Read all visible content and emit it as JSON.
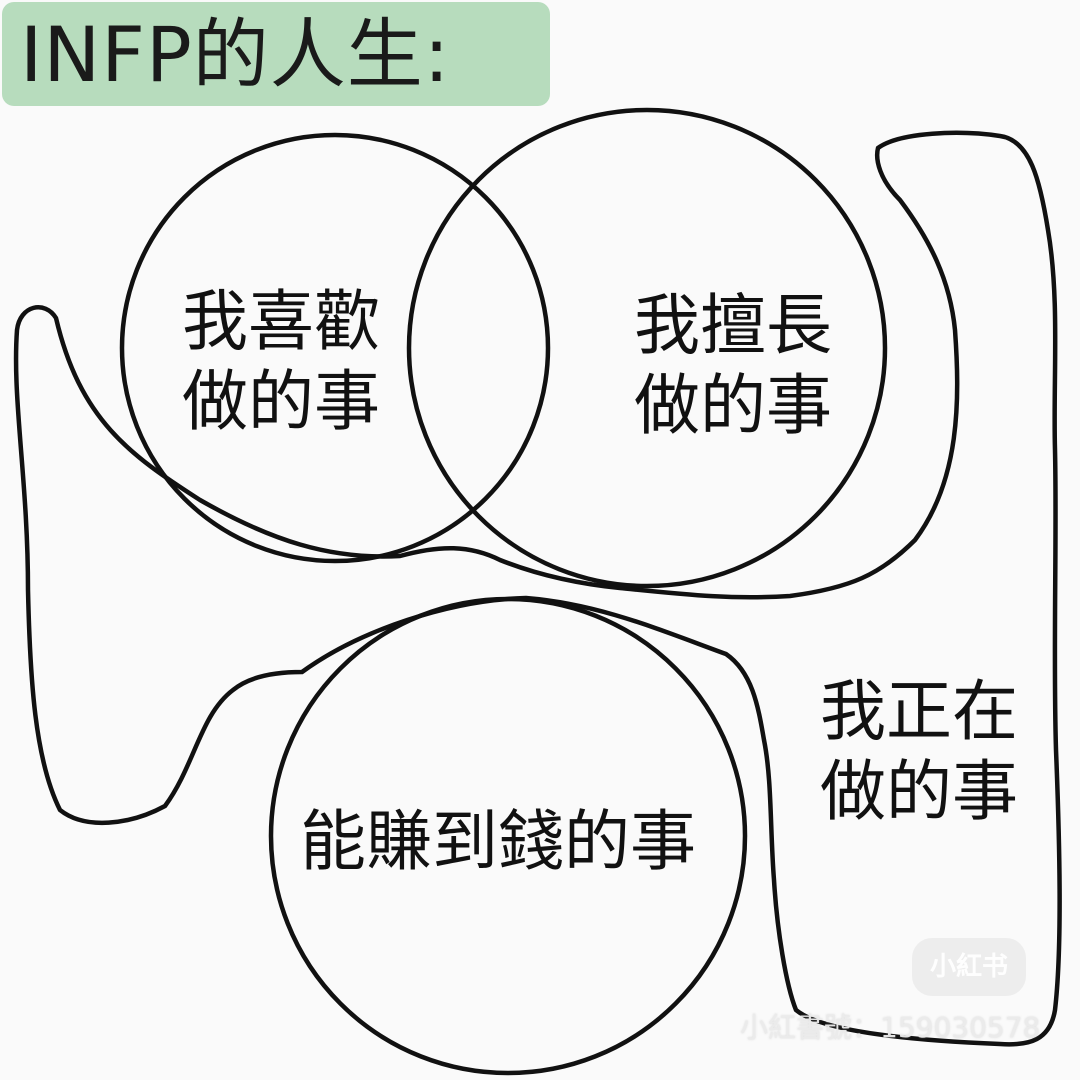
{
  "title": "INFP的人生:",
  "diagram": {
    "type": "venn",
    "sets": [
      {
        "id": "like",
        "lines": [
          "我喜歡",
          "做的事"
        ]
      },
      {
        "id": "good",
        "lines": [
          "我擅長",
          "做的事"
        ]
      },
      {
        "id": "money",
        "lines": [
          "能賺到錢的事"
        ]
      }
    ],
    "outer_region": {
      "id": "doing",
      "lines": [
        "我正在",
        "做的事"
      ]
    }
  },
  "watermark": {
    "badge": "小紅书",
    "account": "小紅書號：159030578"
  },
  "colors": {
    "background": "#fafafa",
    "title_background": "#b7dcbd",
    "stroke": "#111111"
  }
}
